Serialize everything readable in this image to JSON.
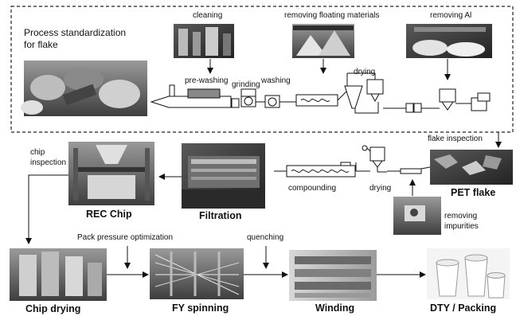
{
  "title": {
    "line1": "Process standardization",
    "line2": "for flake"
  },
  "top_photos": {
    "cleaning": "cleaning",
    "removing_floating": "removing floating materials",
    "removing_al": "removing Al"
  },
  "line_labels": {
    "pre_washing": "pre-washing",
    "grinding": "grinding",
    "washing": "washing",
    "drying_top": "drying"
  },
  "middle": {
    "chip_inspection_line1": "chip",
    "chip_inspection_line2": "inspection",
    "rec_chip": "REC Chip",
    "filtration": "Filtration",
    "compounding": "compounding",
    "drying_mid": "drying",
    "flake_inspection": "flake inspection",
    "pet_flake": "PET flake",
    "removing_impurities_line1": "removing",
    "removing_impurities_line2": "impurities"
  },
  "bottom": {
    "pack_pressure": "Pack pressure optimization",
    "quenching": "quenching",
    "chip_drying": "Chip drying",
    "fy_spinning": "FY spinning",
    "winding": "Winding",
    "dty_packing": "DTY / Packing"
  },
  "colors": {
    "line": "#111111",
    "dashed_border": "#222222",
    "photo_dark": "#3a3a3a",
    "photo_mid": "#7a7a7a",
    "photo_light": "#c8c8c8"
  }
}
